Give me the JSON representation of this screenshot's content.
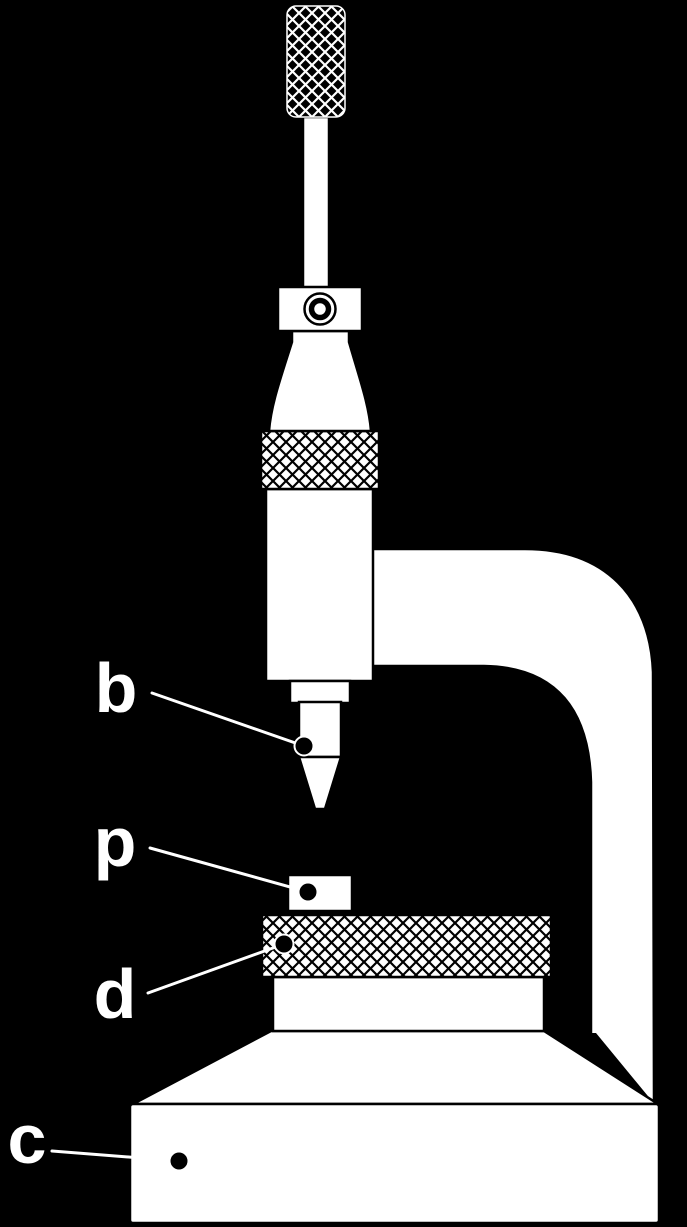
{
  "figure": {
    "type": "labeled-diagram",
    "background_color": "#000000",
    "part_fill_color": "#ffffff",
    "part_outline_color": "#000000",
    "label_color": "#ffffff",
    "labels": [
      {
        "id": "b",
        "text": "b"
      },
      {
        "id": "p",
        "text": "p"
      },
      {
        "id": "d",
        "text": "d"
      },
      {
        "id": "c",
        "text": "c"
      }
    ]
  }
}
